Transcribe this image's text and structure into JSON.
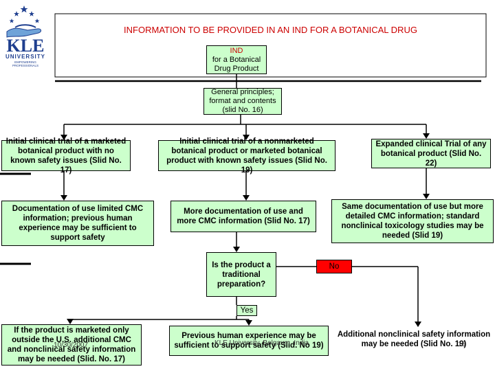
{
  "logo": {
    "university": "KLE",
    "university_sub": "UNIVERSITY",
    "tagline": "EMPOWERING PROFESSIONALS"
  },
  "title": "INFORMATION TO BE PROVIDED IN AN IND FOR A BOTANICAL DRUG",
  "nodes": {
    "ind_title": "IND",
    "ind_sub": "for a Botanical Drug Product",
    "general": "General principles; format and contents (slid No. 16)",
    "initial_marketed": "Initial clinical trial of a marketed botanical product with no known safety issues (Slid No. 17)",
    "initial_nonmarketed": "Initial clinical trial of a nonmarketed botanical product or marketed botanical product with known safety issues (Slid No. 19)",
    "expanded": "Expanded clinical Trial of any botanical product (Slid No. 22)",
    "doc_limited": "Documentation of use limited CMC information; previous human experience may be sufficient to support safety",
    "more_doc": "More documentation of use and more CMC information (Slid No. 17)",
    "same_doc": "Same documentation of use but more detailed CMC information; standard nonclinical toxicology studies may be needed (Slid 19)",
    "question": "Is the product a traditional preparation?",
    "no": "No",
    "yes": "Yes",
    "marketed_outside": "If the product is marketed only outside the U.S. additional CMC and nonclinical safety information may be needed (Slid. No. 17)",
    "previous_human": "Previous human experience may be sufficient to support safety (Slid. No 19)",
    "additional_nonclinical": "Additional nonclinical safety information may be needed (Slid No. 19)"
  },
  "footer": {
    "date": "10/30/2007",
    "org": "KLE University, Belgaum, India",
    "page": "16"
  },
  "colors": {
    "box_fill": "#ccffcc",
    "title_red": "#cc0000",
    "no_fill": "#ff0000",
    "yes_fill": "#ccffcc",
    "logo_blue": "#1f3f8f"
  }
}
